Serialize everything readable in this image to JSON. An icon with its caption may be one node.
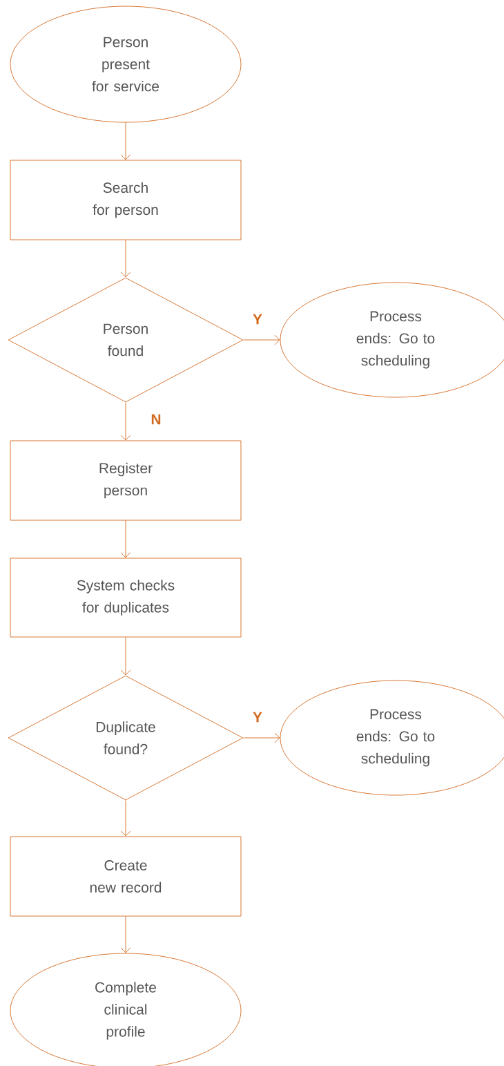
{
  "diagram": {
    "nodes": [
      {
        "text": [
          "Person present for service"
        ]
      },
      {
        "text": [
          "Search for person"
        ]
      },
      {
        "text": [
          "Person found"
        ]
      },
      {
        "text": [
          "Process ends: Go to scheduling"
        ]
      },
      {
        "text": [
          "Register person"
        ]
      },
      {
        "text": [
          "System checks for duplicates"
        ]
      },
      {
        "text": [
          "Duplicate found?"
        ]
      },
      {
        "text": [
          "Process ends: Go to scheduling"
        ]
      },
      {
        "text": [
          "Create new record"
        ]
      },
      {
        "text": [
          "Complete clinical profile"
        ]
      }
    ],
    "edges": [
      {
        "from": 0,
        "to": 1,
        "arrow": "to"
      },
      {
        "from": 1,
        "to": 2,
        "arrow": "to"
      },
      {
        "from": 2,
        "to": 3,
        "arrow": "to",
        "label": "Y"
      },
      {
        "from": 2,
        "to": 4,
        "arrow": "to",
        "label": "N"
      },
      {
        "from": 4,
        "to": 5,
        "arrow": "to"
      },
      {
        "from": 5,
        "to": 6,
        "arrow": "to"
      },
      {
        "from": 6,
        "to": 7,
        "arrow": "to",
        "label": "Y"
      },
      {
        "from": 6,
        "to": 8,
        "arrow": "to"
      },
      {
        "from": 8,
        "to": 9,
        "arrow": "to"
      }
    ]
  }
}
